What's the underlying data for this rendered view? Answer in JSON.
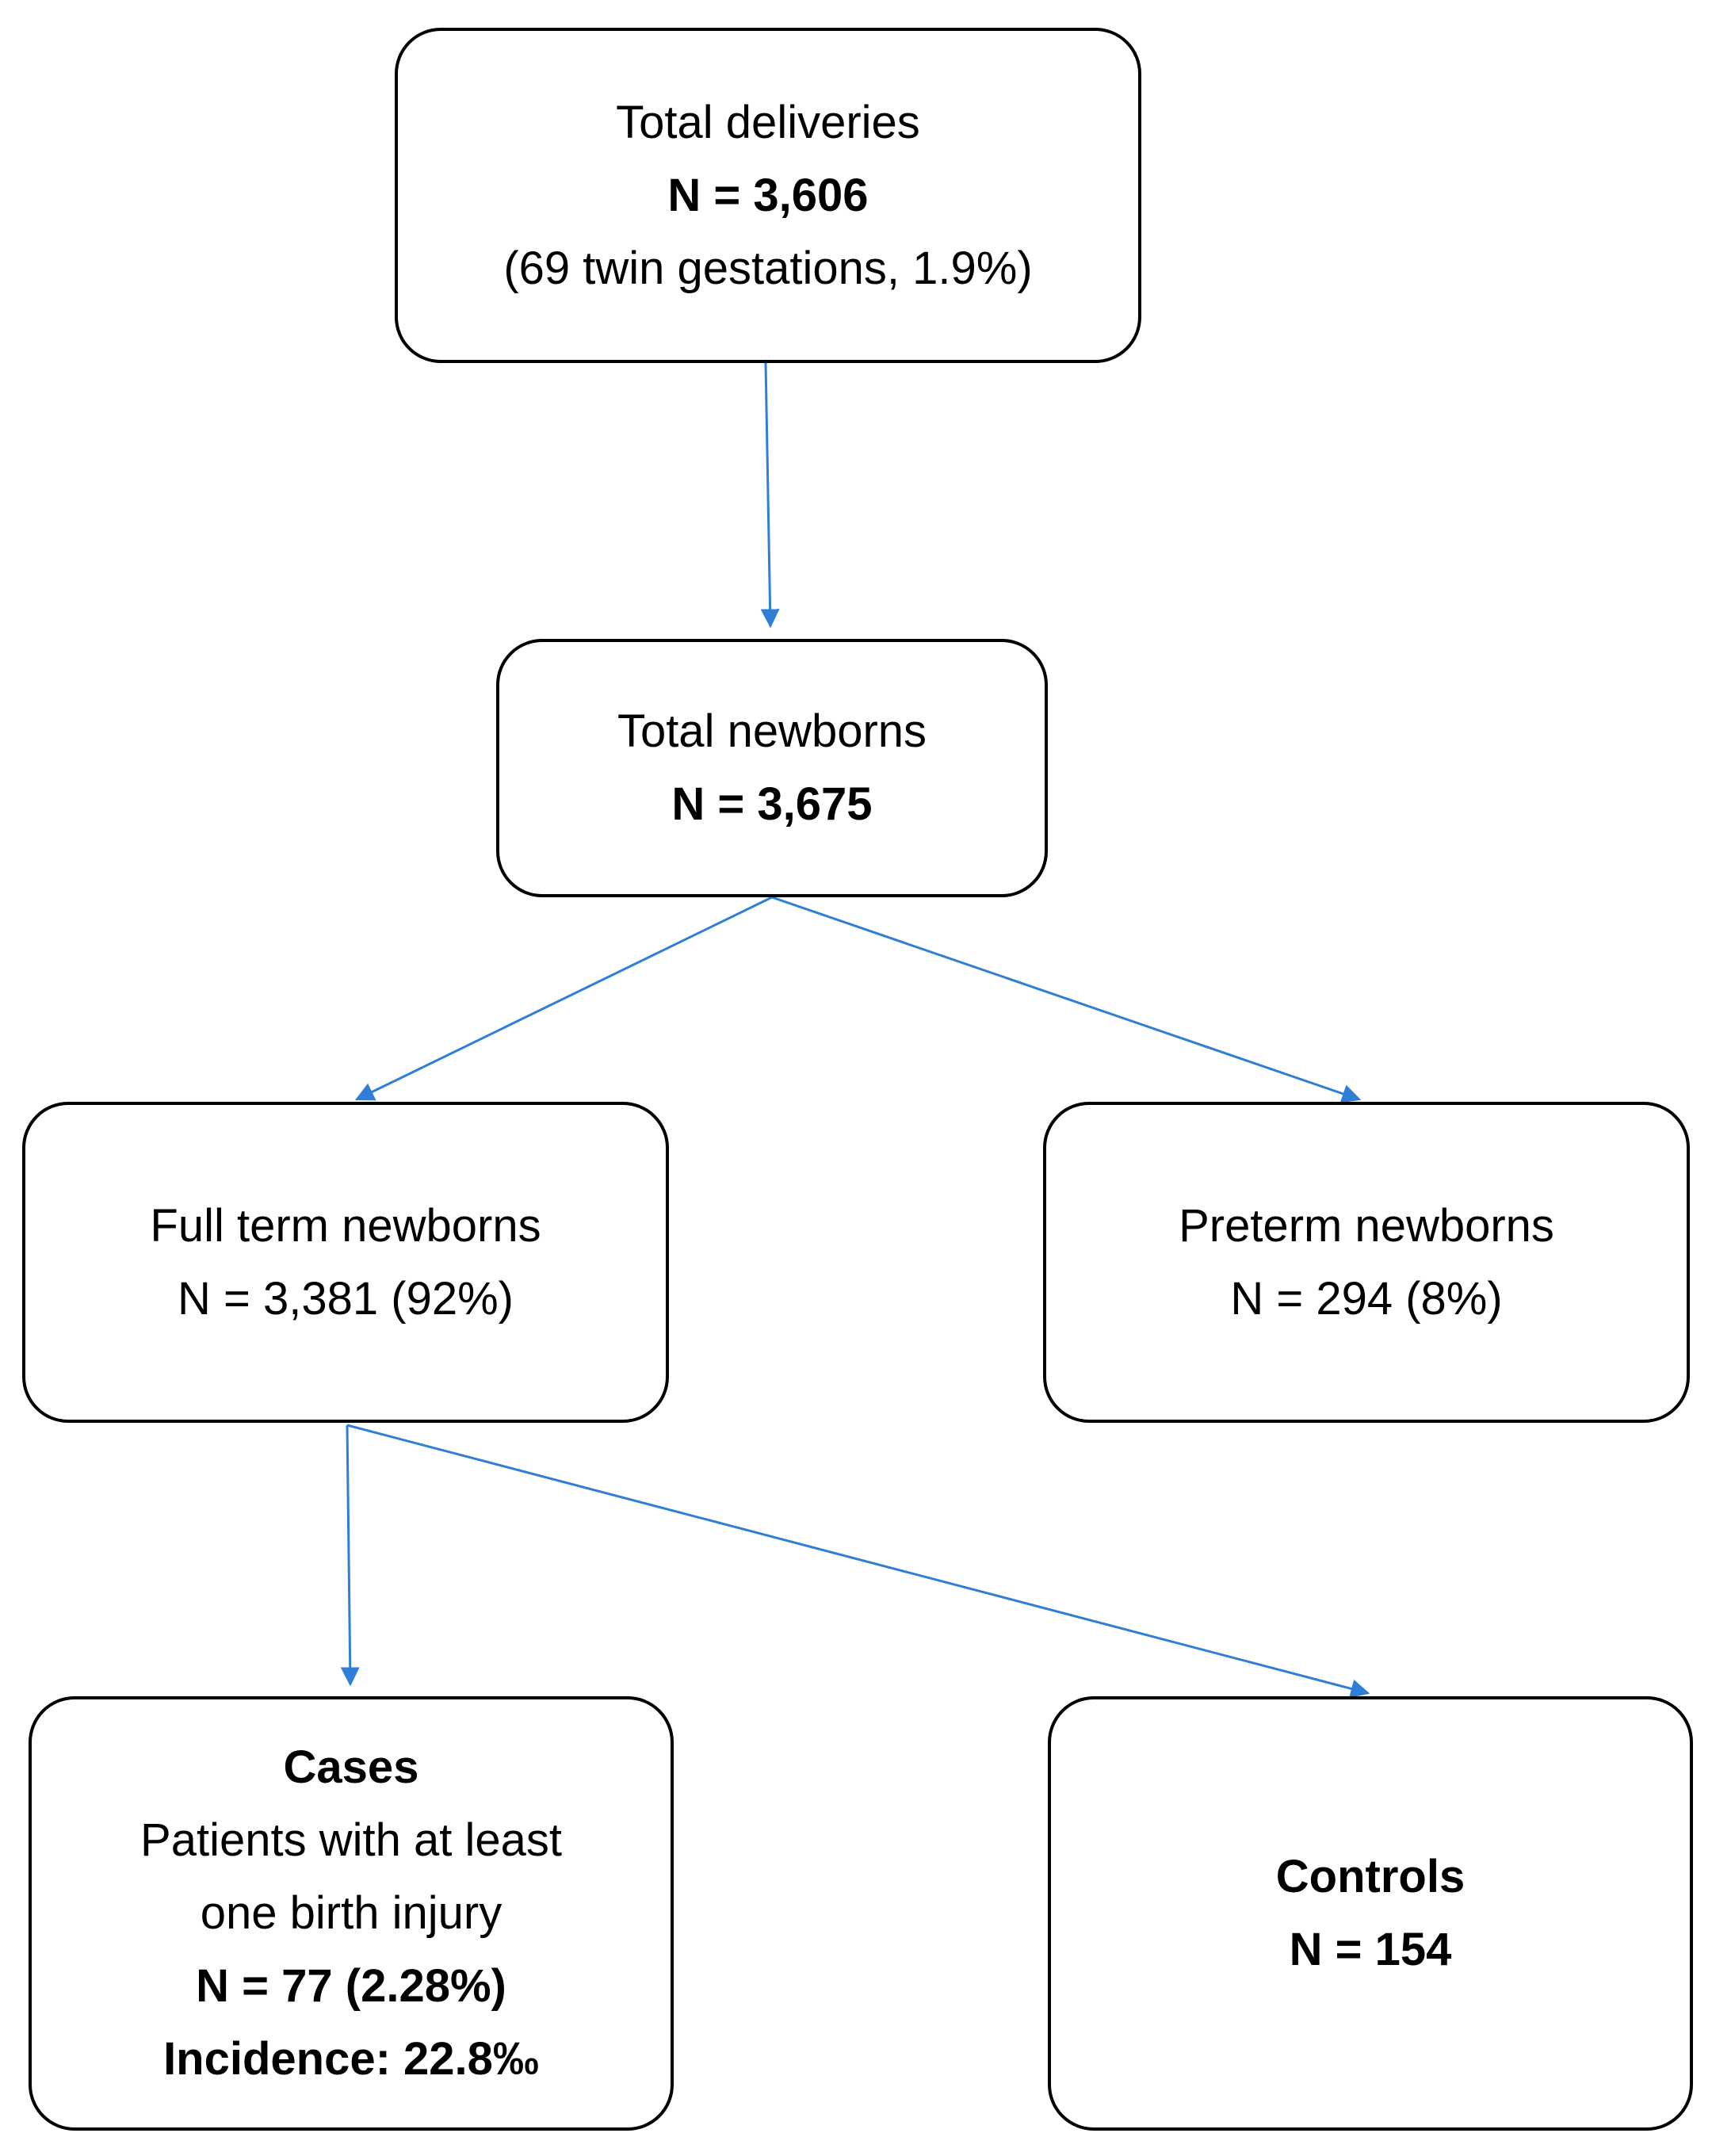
{
  "colors": {
    "arrow": "#2f7fd6",
    "box_border": "#000000",
    "background": "#ffffff"
  },
  "nodes": {
    "total_deliveries": {
      "title": "Total deliveries",
      "count": "N = 3,606",
      "note": "(69 twin gestations, 1.9%)"
    },
    "total_newborns": {
      "title": "Total newborns",
      "count": "N = 3,675"
    },
    "full_term": {
      "title": "Full term newborns",
      "count": "N = 3,381 (92%)"
    },
    "preterm": {
      "title": "Preterm newborns",
      "count": "N = 294 (8%)"
    },
    "cases": {
      "title": "Cases",
      "desc_line1": "Patients with at least",
      "desc_line2": "one birth injury",
      "count": "N = 77 (2.28%)",
      "incidence": "Incidence: 22.8‰"
    },
    "controls": {
      "title": "Controls",
      "count": "N = 154"
    }
  },
  "edges": [
    {
      "from": "total_deliveries",
      "to": "total_newborns"
    },
    {
      "from": "total_newborns",
      "to": "full_term"
    },
    {
      "from": "total_newborns",
      "to": "preterm"
    },
    {
      "from": "full_term",
      "to": "cases"
    },
    {
      "from": "full_term",
      "to": "controls"
    }
  ]
}
